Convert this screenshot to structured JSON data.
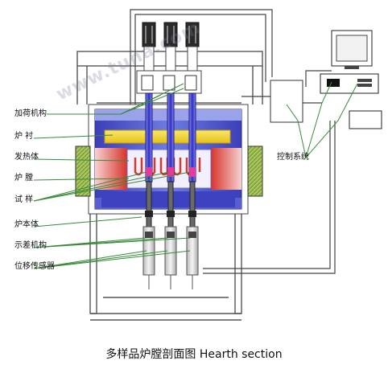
{
  "labels": {
    "loading_mechanism": "加荷机构",
    "furnace_lining": "炉 衬",
    "heating_element": "发热体",
    "furnace_chamber": "炉 膛",
    "specimen": "试 样",
    "furnace_body": "炉本体",
    "differential_mechanism": "示差机构",
    "displacement_sensor": "位移传感器",
    "control_system": "控制系统"
  },
  "caption": "多样品炉膛剖面图 Hearth section",
  "watermark": "www.tuna.com",
  "colors": {
    "heating_yellow": "#f1d51a",
    "lining_blue": "#4a4fd0",
    "chamber_red": "#e64a3a",
    "insulation_green": "#a4c45a",
    "line_green": "#3a8a3a",
    "rod_blue": "#3a3ad8"
  }
}
